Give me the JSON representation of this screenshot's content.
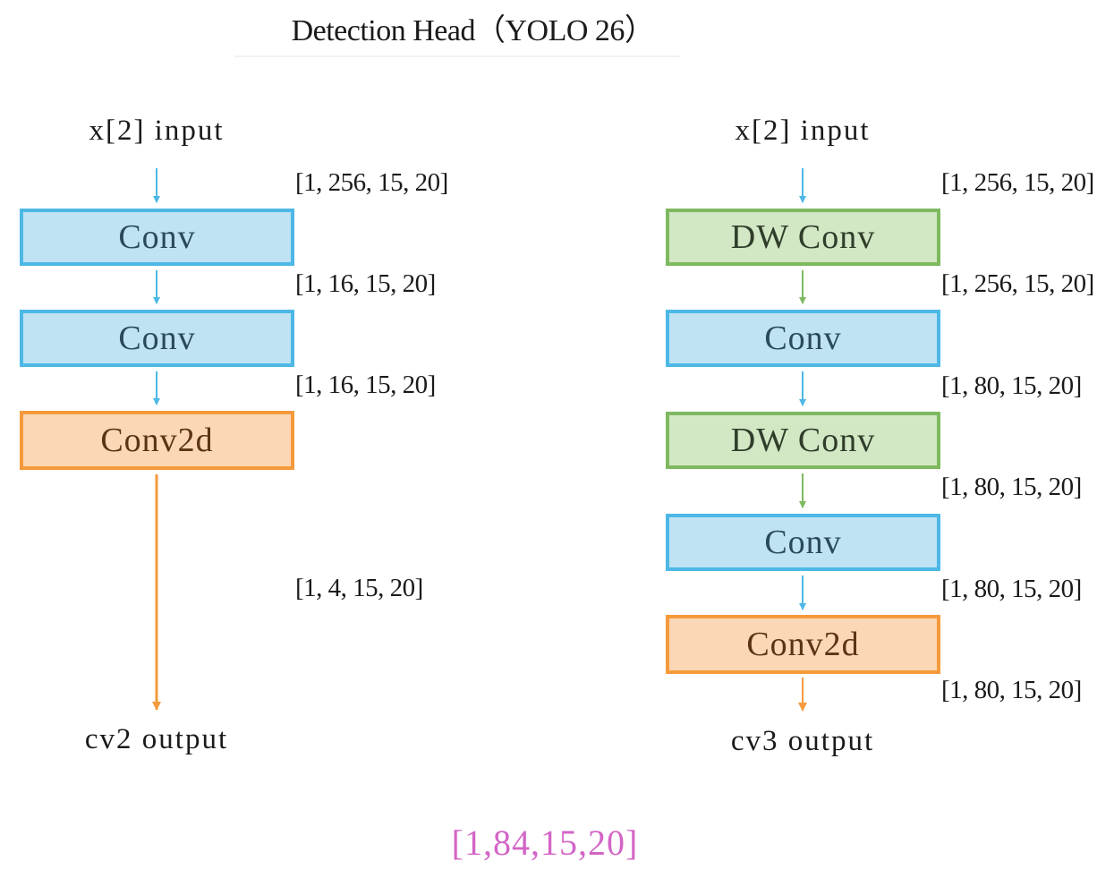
{
  "title": "Detection Head（YOLO 26）",
  "left": {
    "input_label": "x[2] input",
    "blocks": [
      "Conv",
      "Conv",
      "Conv2d"
    ],
    "shapes": [
      "[1, 256, 15, 20]",
      "[1, 16, 15, 20]",
      "[1, 16, 15, 20]",
      "[1, 4, 15, 20]"
    ],
    "output_label": "cv2 output"
  },
  "right": {
    "input_label": "x[2] input",
    "blocks": [
      "DW Conv",
      "Conv",
      "DW Conv",
      "Conv",
      "Conv2d"
    ],
    "shapes": [
      "[1, 256, 15, 20]",
      "[1, 256, 15, 20]",
      "[1, 80, 15, 20]",
      "[1, 80, 15, 20]",
      "[1, 80, 15, 20]",
      "[1, 80, 15, 20]"
    ],
    "output_label": "cv3 output"
  },
  "combined_shape": "[1,84,15,20]",
  "colors": {
    "conv_fill": "#bfe3f3",
    "conv_border": "#4db8e6",
    "dwconv_fill": "#d2e8c4",
    "dwconv_border": "#7eb95f",
    "conv2d_fill": "#fcd7b6",
    "conv2d_border": "#f59a3c",
    "combined_text": "#d365c6"
  }
}
